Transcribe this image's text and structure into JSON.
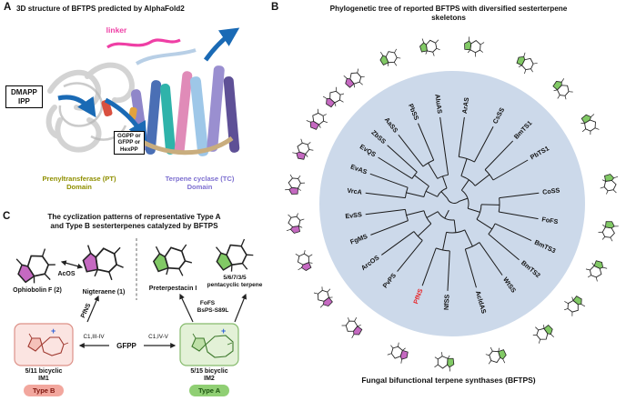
{
  "panelA": {
    "label": "A",
    "title": "3D structure of BFTPS predicted by AlphaFold2",
    "linker": "linker",
    "dmapp_box": "DMAPP\nIPP",
    "ggpp_box": "GGPP or\nGFPP or\nHexPP",
    "pt_domain": "Prenyltransferase (PT)\nDomain",
    "tc_domain": "Terpene cyclase (TC)\nDomain",
    "colors": {
      "linker": "#ef3fa5",
      "pt": "#8f8f00",
      "tc": "#7d6fd0",
      "arrow": "#1a6ab5"
    }
  },
  "panelB": {
    "label": "B",
    "title": "Phylogenetic tree of reported BFTPS with diversified sesterterpene\nskeletons",
    "caption": "Fungal bifunctional terpene synthases (BFTPS)",
    "circle_color": "#ccd9ea",
    "green": "#6bbf4a",
    "magenta": "#bb4fb6",
    "highlight_taxon_color": "#e8262a",
    "taxa": [
      {
        "name": "ArAS",
        "angle": 8,
        "hl": "green"
      },
      {
        "name": "CsSS",
        "angle": 28,
        "hl": "green"
      },
      {
        "name": "BmTS1",
        "angle": 44,
        "hl": "green"
      },
      {
        "name": "PbTS1",
        "angle": 60,
        "hl": "green"
      },
      {
        "name": "CoSS",
        "angle": 83,
        "hl": "green"
      },
      {
        "name": "FoFS",
        "angle": 100,
        "hl": "green"
      },
      {
        "name": "BmTS3",
        "angle": 115,
        "hl": "green"
      },
      {
        "name": "BmTS2",
        "angle": 130,
        "hl": "green"
      },
      {
        "name": "WtSS",
        "angle": 145,
        "hl": "green"
      },
      {
        "name": "AcldAS",
        "angle": 164,
        "hl": "green"
      },
      {
        "name": "NfSS",
        "angle": 183,
        "hl": "green"
      },
      {
        "name": "PfNS",
        "angle": 200,
        "hl": "magenta",
        "color": "#e8262a"
      },
      {
        "name": "PvPS",
        "angle": 219,
        "hl": "magenta"
      },
      {
        "name": "ArcOS",
        "angle": 234,
        "hl": "magenta"
      },
      {
        "name": "FgMS",
        "angle": 249,
        "hl": "magenta"
      },
      {
        "name": "EvSS",
        "angle": 263,
        "hl": "magenta"
      },
      {
        "name": "VrcA",
        "angle": 277,
        "hl": "magenta"
      },
      {
        "name": "EvAS",
        "angle": 290,
        "hl": "magenta"
      },
      {
        "name": "EvQS",
        "angle": 302,
        "hl": "magenta"
      },
      {
        "name": "ZbSS",
        "angle": 312,
        "hl": "magenta"
      },
      {
        "name": "AaSS",
        "angle": 322,
        "hl": "magenta"
      },
      {
        "name": "PbSS",
        "angle": 337,
        "hl": "green"
      },
      {
        "name": "AluAS",
        "angle": 352,
        "hl": "green"
      }
    ]
  },
  "panelC": {
    "label": "C",
    "title": "The cyclization patterns of representative Type A\nand Type B sesterterpenes catalyzed by BFTPS",
    "compounds": {
      "ophiobolin": "Ophiobolin F (2)",
      "nigteraene": "Nigteraene (1)",
      "preterpestacin": "Preterpestacin I",
      "pentacyclic": "5/6/7/3/5\npentacyclic terpene"
    },
    "enzymes": {
      "acos": "AcOS",
      "pfns": "PfNS",
      "fofs": "FoFS",
      "bsps": "BsPS-S89L"
    },
    "gfpp": "GFPP",
    "closure_left": "C1,III-IV",
    "closure_right": "C1,IV-V",
    "im1": "5/11 bicyclic\nIM1",
    "im2": "5/15 bicyclic\nIM2",
    "plus": "+",
    "type_b": "Type B",
    "type_a": "Type A",
    "type_b_bg": "#f2a79e",
    "type_b_fg": "#7e150d",
    "type_a_bg": "#90cf74",
    "type_a_fg": "#1d5410"
  }
}
